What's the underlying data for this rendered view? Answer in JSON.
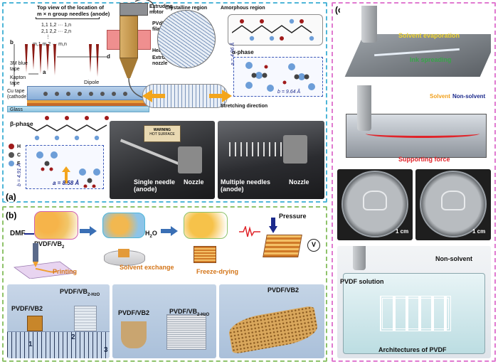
{
  "panel_a": {
    "label": "(a)",
    "top_view_title_1": "Top view of the location of",
    "top_view_title_2": "m × n group needles (anode)",
    "grid_row1": "1,1  1,2  ···  1,n",
    "grid_row2": "2,1  2,2  ···  2,n",
    "grid_row3": "m,1  m,2  ···  m,n",
    "grid_dots": "⋮",
    "dim_b": "b",
    "dim_a": "a",
    "dim_d": "d",
    "blue_tape": "3M blue\ntape",
    "kapton": "Kapton\ntape",
    "cu_tape": "Cu tape\n(cathode)",
    "glass": "Glass",
    "dipole": "Dipole",
    "extruding_motor": "Extruding\nmotor",
    "pvdf_filament": "PVdF\nfilament",
    "heater": "Heater",
    "extruder_nozzle": "Extruder\nnozzle",
    "crystalline": "Crystalline region",
    "amorphous": "Amorphous region",
    "alpha_phase": "α-phase",
    "alpha_a": "a = 4.96 Å",
    "alpha_b": "b = 9.64 Å",
    "stretching": "Stretching direction",
    "beta_phase": "β-phase",
    "legend_h": "H",
    "legend_c": "C",
    "legend_f": "F",
    "beta_b": "b = 4.91 Å",
    "beta_a": "a = 8.58 Å",
    "warning_1": "WARNING",
    "warning_2": "HOT SURFACE",
    "single_needle": "Single needle\n(anode)",
    "nozzle1": "Nozzle",
    "multiple_needles": "Multiple needles\n(anode)",
    "nozzle2": "Nozzle"
  },
  "panel_b": {
    "label": "(b)",
    "dmf": "DMF",
    "pvdf_vb2": "PVDF/VB",
    "sub2": "2",
    "h2o": "H",
    "h2o_sub": "2",
    "h2o_o": "O",
    "pressure": "Pressure",
    "v": "V",
    "printing": "Printing",
    "solvent_exchange": "Solvent exchange",
    "freeze_drying": "Freeze-drying",
    "photo1_left": "PVDF/VB2",
    "photo1_right": "PVDF/VB",
    "photo1_right_sub": "2-H",
    "photo1_right_sub2": "2",
    "photo1_right_o": "O",
    "ruler_1": "1",
    "ruler_2": "2",
    "ruler_3": "3",
    "photo2_left": "PVDF/VB2",
    "photo2_right": "PVDF/VB",
    "photo2_right_sub": "2-H",
    "photo2_right_sub2": "2",
    "photo2_right_o": "O",
    "photo3": "PVDF/VB2"
  },
  "panel_c": {
    "label": "(c)",
    "solvent_evap": "Solvent evaporation",
    "ink_spreading": "Ink spreading",
    "solvent": "Solvent",
    "non_solvent": "Non-solvent",
    "supporting_force": "Supporting force",
    "scale1": "1 cm",
    "scale2": "1 cm",
    "pvdf_solution": "PVDF solution",
    "non_solvent2": "Non-solvent",
    "architectures": "Architectures of PVDF"
  },
  "colors": {
    "panel_a_border": "#4fb6d8",
    "panel_b_border": "#8fc36b",
    "panel_c_border": "#e07ad0",
    "accent_orange": "#d4761a",
    "accent_yellow": "#f1d531",
    "accent_red": "#e0242a",
    "accent_green": "#39a34a",
    "navy": "#1c2a8c"
  }
}
